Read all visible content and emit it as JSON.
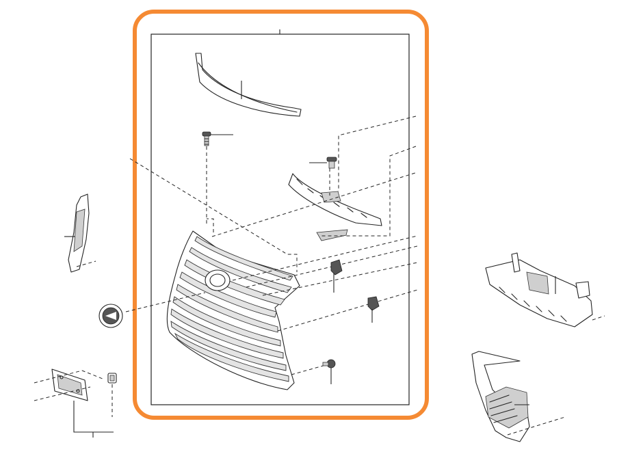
{
  "diagram": {
    "highlight_color": "#f58a33",
    "line_color": "#222222",
    "background": "#ffffff",
    "parts": [
      {
        "name": "upper-molding",
        "label": ""
      },
      {
        "name": "screw",
        "label": ""
      },
      {
        "name": "bolt",
        "label": ""
      },
      {
        "name": "grille-bracket",
        "label": ""
      },
      {
        "name": "radiator-grille",
        "label": ""
      },
      {
        "name": "clip",
        "label": ""
      },
      {
        "name": "emblem",
        "label": ""
      },
      {
        "name": "side-seal",
        "label": ""
      },
      {
        "name": "license-plate-bracket",
        "label": ""
      },
      {
        "name": "nut",
        "label": ""
      },
      {
        "name": "lower-support",
        "label": ""
      },
      {
        "name": "air-guide",
        "label": ""
      }
    ]
  }
}
